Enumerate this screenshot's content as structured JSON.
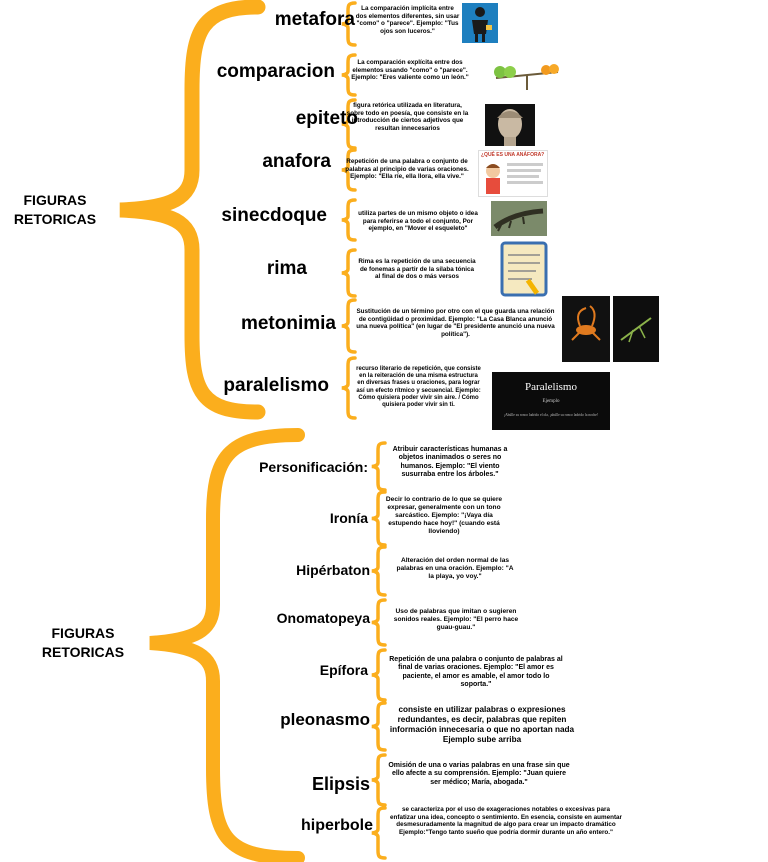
{
  "colors": {
    "brace": "#FBAE1D"
  },
  "top": {
    "title": "FIGURAS RETORICAS",
    "items": [
      {
        "term": "metafora",
        "desc": "La comparación implícita entre dos elementos diferentes, sin usar \"como\" o \"parece\". Ejemplo: \"Tus ojos son luceros.\"",
        "icon": "businessman-icon"
      },
      {
        "term": "comparacion",
        "desc": "La comparación explícita entre dos elementos usando \"como\" o \"parece\". Ejemplo: \"Eres valiente como un león.\"",
        "icon": "balance-scale-icon"
      },
      {
        "term": "epiteto",
        "desc": "figura retórica utilizada en literatura, sobre todo en poesía, que consiste en la introducción de ciertos adjetivos que resultan innecesarios",
        "icon": "statue-bust-icon"
      },
      {
        "term": "anafora",
        "desc": "Repetición de una palabra o conjunto de palabras al principio de varias oraciones. Ejemplo: \"Ella ríe, ella llora, ella vive.\"",
        "icon": "teacher-cartoon-icon",
        "img_title": "¿QUÉ ES UNA ANÁFORA?"
      },
      {
        "term": "sinecdoque",
        "desc": "utiliza partes de un mismo objeto o idea para referirse a todo el conjunto, Por ejemplo, en \"Mover el esqueleto\"",
        "icon": "lizard-skeleton-icon"
      },
      {
        "term": "rima",
        "desc": "Rima es la repetición de una secuencia de fonemas a partir de la sílaba tónica al final de dos o más versos",
        "icon": "notepad-icon"
      },
      {
        "term": "metonimia",
        "desc": "Sustitución de un término por otro con el que guarda una relación de contigüidad o proximidad. Ejemplo: \"La Casa Blanca anunció una nueva política\" (en lugar de \"El presidente anunció una nueva política\").",
        "icon": "insect-photo-icon"
      },
      {
        "term": "paralelismo",
        "desc": "recurso literario de repetición, que consiste en la reiteración de una misma estructura en diversas frases u oraciones, para lograr así un efecto rítmico y secuencial. Ejemplo: Cómo quisiera poder vivir sin aire. / Cómo quisiera poder vivir sin ti.",
        "icon": "dark-slide-icon",
        "slide": {
          "title": "Paralelismo",
          "subtitle": "Ejemplo",
          "text": "¡Ahúlle su ronco ladrido el ola, ¡ahúlle su ronco ladrido la noche!"
        }
      }
    ]
  },
  "bottom": {
    "title": "FIGURAS RETORICAS",
    "items": [
      {
        "term": "Personificación:",
        "desc": "Atribuir características humanas a objetos inanimados o seres no humanos. Ejemplo: \"El viento susurraba entre los árboles.\""
      },
      {
        "term": "Ironía",
        "desc": "Decir lo contrario de lo que se quiere expresar, generalmente con un tono sarcástico. Ejemplo: \"¡Vaya día estupendo hace hoy!\" (cuando está lloviendo)"
      },
      {
        "term": "Hipérbaton",
        "desc": "Alteración del orden normal de las palabras en una oración. Ejemplo: \"A la playa, yo voy.\""
      },
      {
        "term": "Onomatopeya",
        "desc": "Uso de palabras que imitan o sugieren sonidos reales. Ejemplo: \"El perro hace guau-guau.\""
      },
      {
        "term": "Epífora",
        "desc": "Repetición de una palabra o conjunto de palabras al final de varias oraciones. Ejemplo: \"El amor es paciente, el amor es amable, el amor todo lo soporta.\""
      },
      {
        "term": "pleonasmo",
        "desc": "consiste en utilizar palabras o expresiones redundantes, es decir, palabras que repiten información innecesaria o que no aportan nada Ejemplo sube arriba"
      },
      {
        "term": "Elipsis",
        "desc": "Omisión de una o varias palabras en una frase sin que ello afecte a su comprensión. Ejemplo: \"Juan quiere ser médico; María, abogada.\""
      },
      {
        "term": "hiperbole",
        "desc": "se caracteriza por el uso de exageraciones notables o excesivas para enfatizar una idea, concepto o sentimiento. En esencia, consiste en aumentar desmesuradamente la magnitud de algo para crear un impacto dramático Ejemplo:\"Tengo tanto sueño que podría dormir durante un año entero.\""
      }
    ]
  }
}
